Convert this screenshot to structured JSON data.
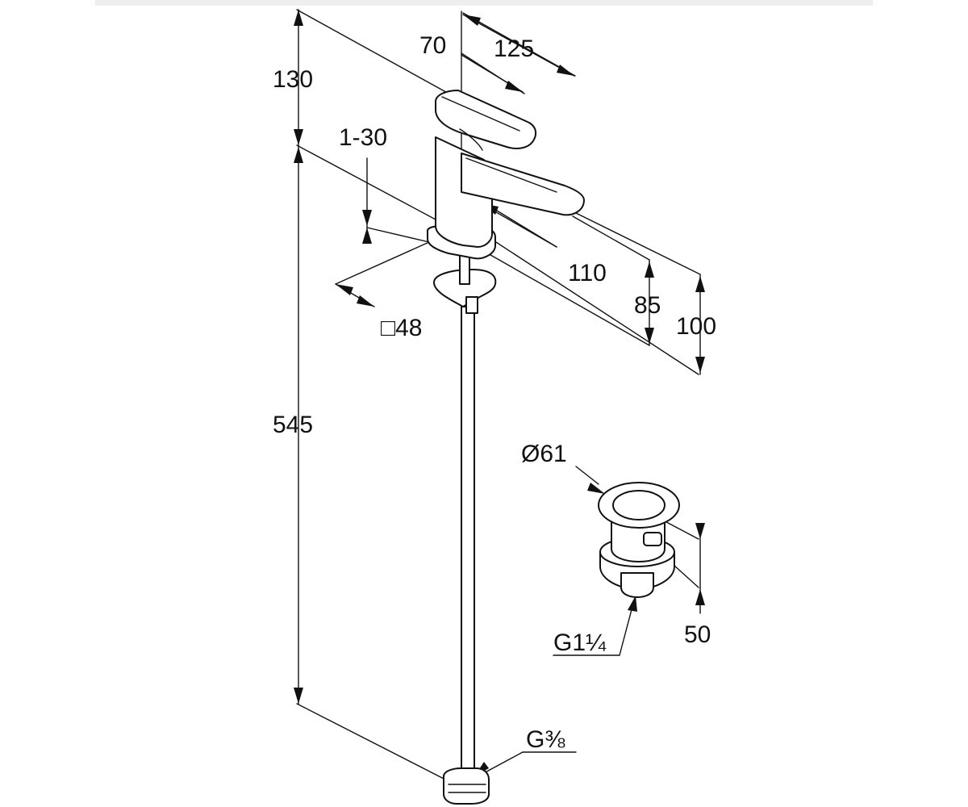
{
  "colors": {
    "line": "#111111",
    "background": "#ffffff",
    "top_rule": "#eeeeee"
  },
  "dimensions": {
    "overhead_height": "130",
    "handle_projection": "70",
    "lever_length": "125",
    "deck_thickness": "1-30",
    "spout_reach": "110",
    "spout_height": "85",
    "outlet_height": "100",
    "base_square": "□48",
    "hose_length": "545",
    "waste_diameter": "Ø61",
    "waste_height": "50",
    "waste_thread": "G1¼",
    "hose_thread": "G⅜"
  }
}
